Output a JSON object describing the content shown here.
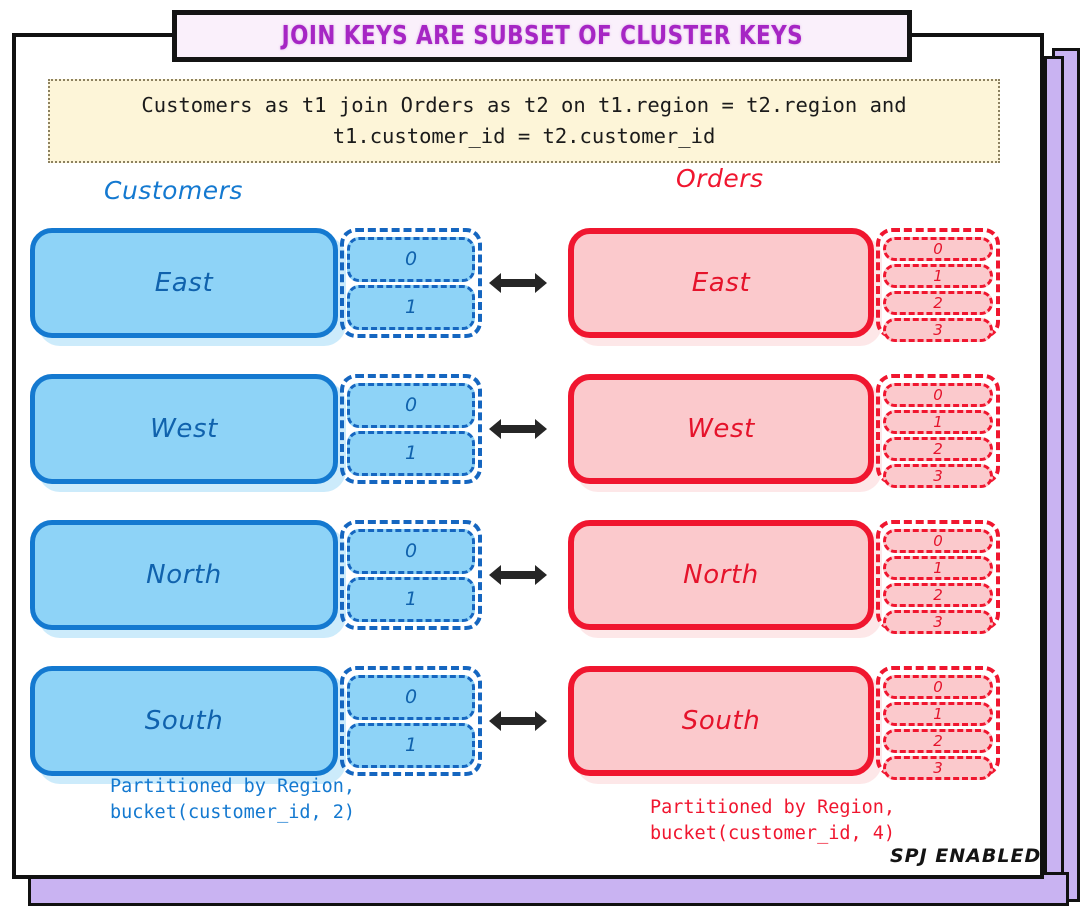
{
  "banner": {
    "title": "JOIN KEYS ARE SUBSET OF CLUSTER KEYS"
  },
  "query": {
    "line1": "Customers as t1 join Orders as t2 on t1.region = t2.region and",
    "line2": "t1.customer_id = t2.customer_id"
  },
  "left": {
    "heading": "Customers",
    "caption_line1": "Partitioned by Region,",
    "caption_line2": "bucket(customer_id, 2)",
    "rows": [
      {
        "region": "East",
        "buckets": [
          "0",
          "1"
        ]
      },
      {
        "region": "West",
        "buckets": [
          "0",
          "1"
        ]
      },
      {
        "region": "North",
        "buckets": [
          "0",
          "1"
        ]
      },
      {
        "region": "South",
        "buckets": [
          "0",
          "1"
        ]
      }
    ]
  },
  "right": {
    "heading": "Orders",
    "caption_line1": "Partitioned by Region,",
    "caption_line2": "bucket(customer_id, 4)",
    "rows": [
      {
        "region": "East",
        "buckets": [
          "0",
          "1",
          "2",
          "3"
        ]
      },
      {
        "region": "West",
        "buckets": [
          "0",
          "1",
          "2",
          "3"
        ]
      },
      {
        "region": "North",
        "buckets": [
          "0",
          "1",
          "2",
          "3"
        ]
      },
      {
        "region": "South",
        "buckets": [
          "0",
          "1",
          "2",
          "3"
        ]
      }
    ]
  },
  "footer": {
    "badge": "SPJ ENABLED"
  },
  "colors": {
    "accent_title": "#a626c4",
    "customers": "#1479d0",
    "orders": "#f0162f",
    "sql_bg": "#fdf5d8",
    "shadow": "#c9b3f2"
  }
}
